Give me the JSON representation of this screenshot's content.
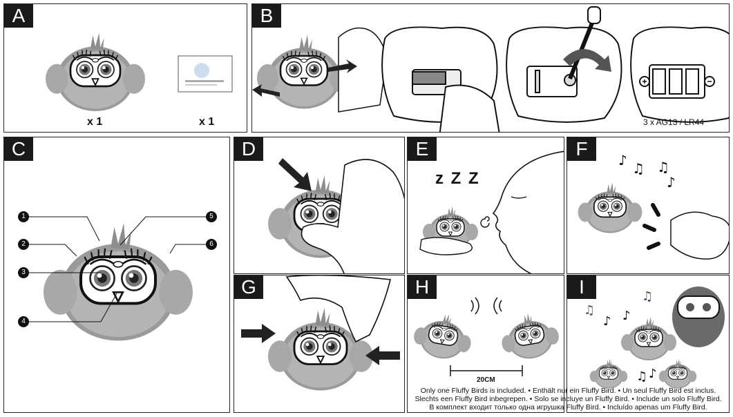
{
  "panels": {
    "a": {
      "letter": "A",
      "qty_bird": "x 1",
      "qty_manual": "x 1"
    },
    "b": {
      "letter": "B",
      "battery": "3 x  AG13 / LR44"
    },
    "c": {
      "letter": "C",
      "callouts": [
        "1",
        "2",
        "3",
        "4",
        "5",
        "6"
      ]
    },
    "d": {
      "letter": "D"
    },
    "e": {
      "letter": "E",
      "sleep": "z Z Z"
    },
    "f": {
      "letter": "F"
    },
    "g": {
      "letter": "G"
    },
    "h": {
      "letter": "H",
      "distance": "20CM"
    },
    "i": {
      "letter": "I"
    }
  },
  "footnote": {
    "line1": "Only one Fluffy Birds is included. • Enthält nur ein Fluffy Bird. • Un seul Fluffy Bird est inclus.",
    "line2": "Slechts een Fluffy Bird inbegrepen. • Solo se incluye un Fluffy Bird. • Include un solo Fluffy Bird.",
    "line3": "В комплект входит только одна игрушка Fluffy Bird. • Incluído apenas um Fluffy Bird."
  }
}
